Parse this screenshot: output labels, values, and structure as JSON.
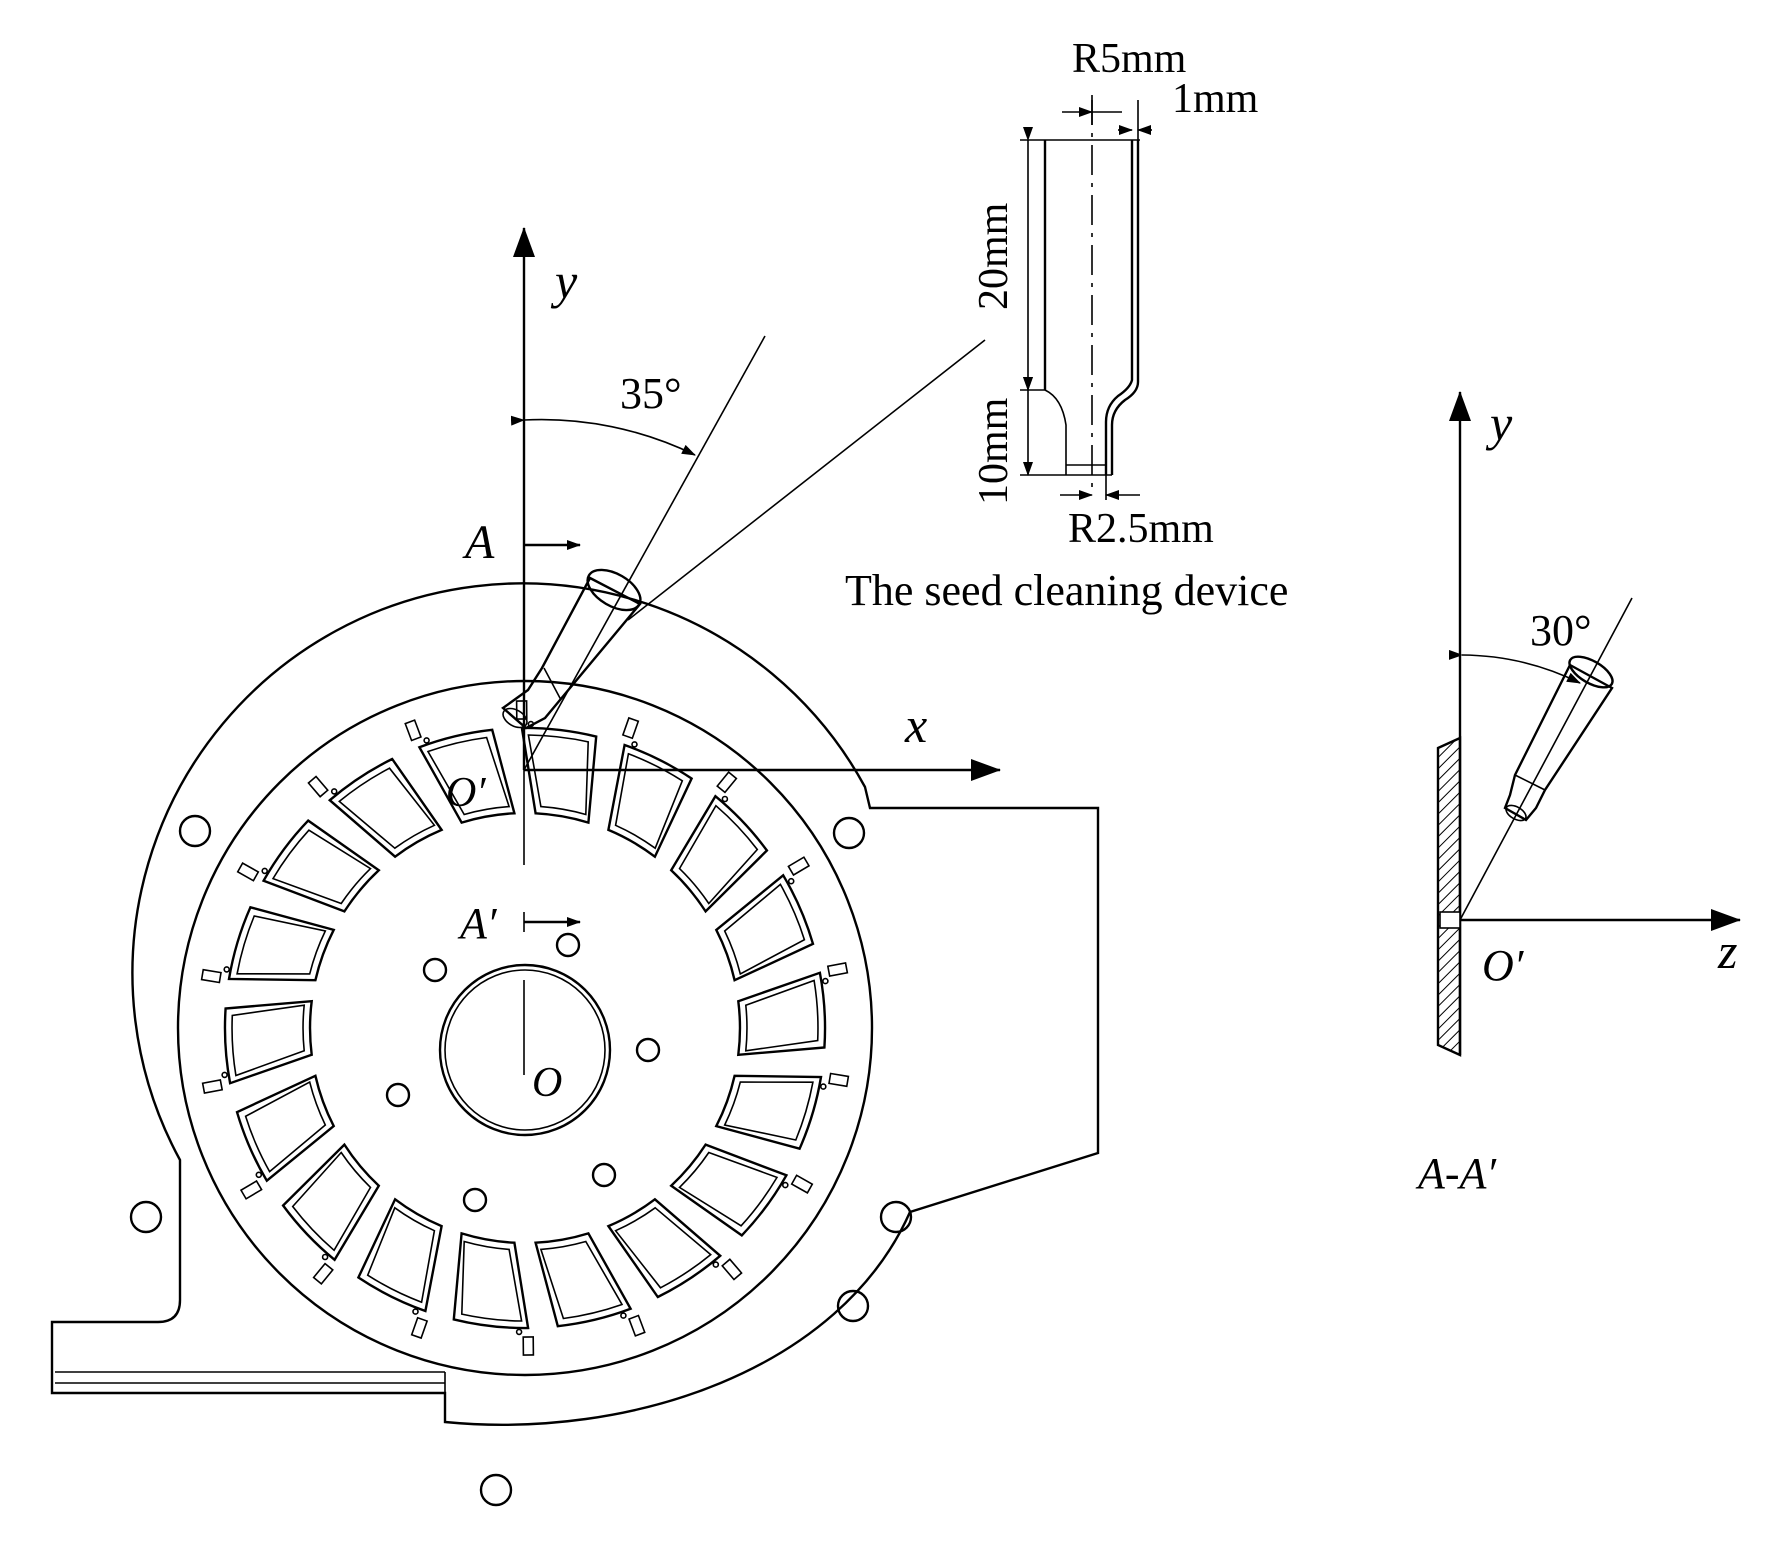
{
  "labels": {
    "y_axis_main": "y",
    "x_axis_main": "x",
    "angle_main": "35°",
    "section_A": "A",
    "section_A_prime": "A′",
    "origin_O_prime": "O′",
    "center_O": "O",
    "y_axis_side": "y",
    "z_axis_side": "z",
    "origin_side": "O′",
    "angle_side": "30°",
    "section_view": "A-A′"
  },
  "device_detail": {
    "caption": "The seed cleaning device",
    "dim_top_radius": "R5mm",
    "dim_wall": "1mm",
    "dim_upper_length": "20mm",
    "dim_lower_length": "10mm",
    "dim_bottom_radius": "R2.5mm"
  },
  "colors": {
    "line": "#000000",
    "background": "#ffffff"
  }
}
